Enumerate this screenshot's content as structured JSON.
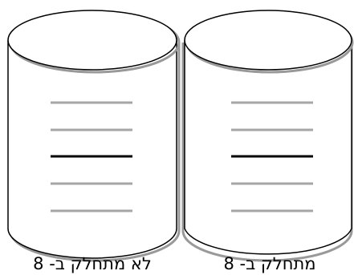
{
  "cylinders": [
    {
      "label": "לא מתחלק ב- 8",
      "line_colors": [
        "gray",
        "gray",
        "black",
        "gray",
        "gray"
      ]
    },
    {
      "label": "מתחלק ב- 8",
      "line_colors": [
        "gray",
        "gray",
        "black",
        "gray",
        "gray"
      ]
    }
  ],
  "colors": {
    "outline": "#000000",
    "shadow": "#999999",
    "line_gray": "#a6a6a6",
    "line_black": "#000000",
    "background": "#ffffff"
  }
}
